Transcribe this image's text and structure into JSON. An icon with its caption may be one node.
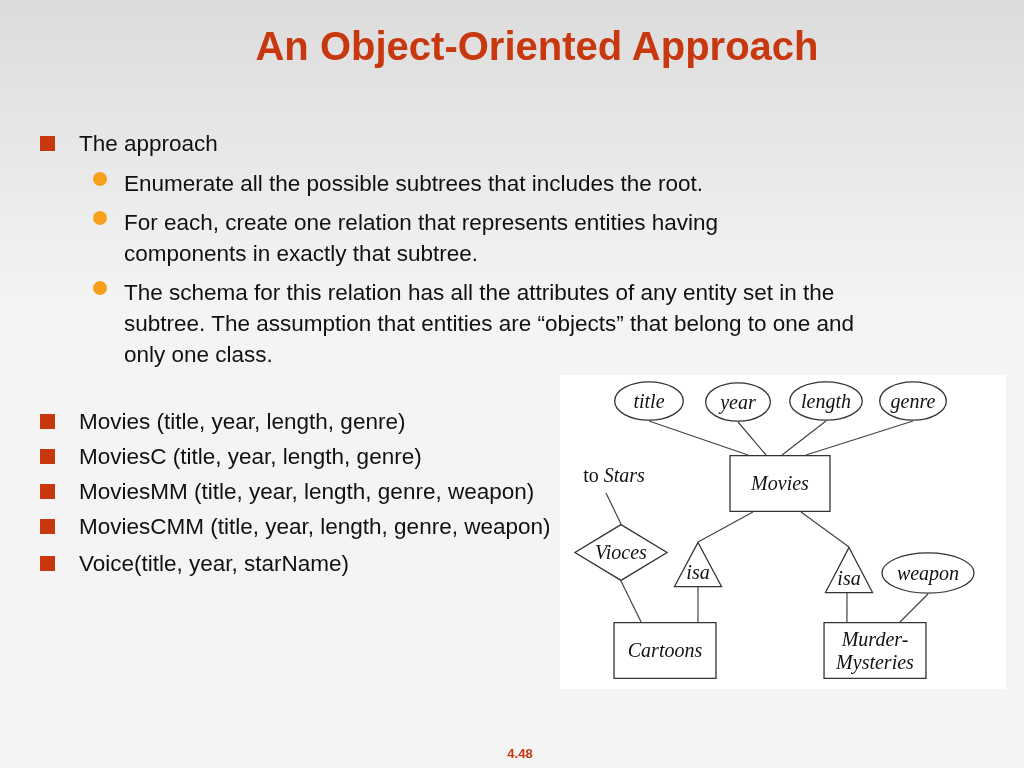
{
  "diagram": {
    "title": "An Object-Oriented Approach",
    "nodes": [
      {
        "text": [
          "title"
        ]
      },
      {
        "text": [
          "year"
        ]
      },
      {
        "text": [
          "length"
        ]
      },
      {
        "text": [
          "genre"
        ]
      },
      {
        "text": [
          "Movies"
        ]
      },
      {
        "text": [
          "to *Stars*"
        ]
      },
      {
        "text": [
          "Vioces"
        ]
      },
      {
        "text": [
          "isa"
        ]
      },
      {
        "text": [
          "isa"
        ]
      },
      {
        "text": [
          "weapon"
        ]
      },
      {
        "text": [
          "Cartoons"
        ]
      },
      {
        "text": [
          "Murder-Mysteries"
        ]
      }
    ],
    "edges": [
      {
        "from": 0,
        "to": 4,
        "arrow": "none"
      },
      {
        "from": 1,
        "to": 4,
        "arrow": "none"
      },
      {
        "from": 2,
        "to": 4,
        "arrow": "none"
      },
      {
        "from": 3,
        "to": 4,
        "arrow": "none"
      },
      {
        "from": 5,
        "to": 6,
        "arrow": "none"
      },
      {
        "from": 4,
        "to": 7,
        "arrow": "none"
      },
      {
        "from": 4,
        "to": 8,
        "arrow": "none"
      },
      {
        "from": 6,
        "to": 10,
        "arrow": "none"
      },
      {
        "from": 7,
        "to": 10,
        "arrow": "none"
      },
      {
        "from": 8,
        "to": 11,
        "arrow": "none"
      },
      {
        "from": 9,
        "to": 11,
        "arrow": "none"
      }
    ],
    "labels": [
      "The approach",
      "Enumerate all the possible subtrees that includes the root.",
      "For each, create one relation that represents entities having components in exactly that subtree.",
      "The schema for this relation has all the attributes of any entity set in the subtree. The assumption that entities are “objects” that belong to one and only one class.",
      "Movies (title, year, length, genre)",
      "MoviesC (title, year, length, genre)",
      "MoviesMM (title, year, length, genre, weapon)",
      "MoviesCMM (title, year, length, genre, weapon)",
      "Voice(title, year, starName)",
      "4.48"
    ]
  }
}
